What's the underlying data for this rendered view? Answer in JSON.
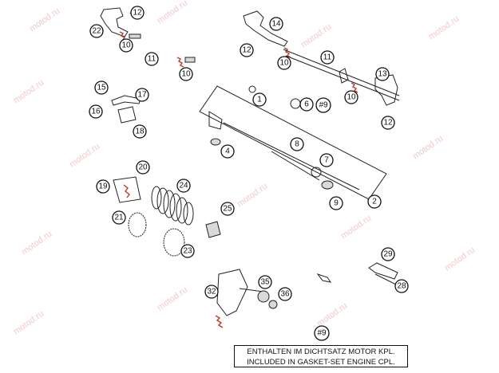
{
  "watermark": "motod.ru",
  "note": {
    "line1": "ENTHALTEN IM DICHTSATZ MOTOR KPL.",
    "line2": "INCLUDED IN GASKET-SET ENGINE CPL."
  },
  "callouts": {
    "c12a": "12",
    "c22": "22",
    "c10a": "10",
    "c11a": "11",
    "c10b": "10",
    "c14": "14",
    "c12b": "12",
    "c10c": "10",
    "c11b": "11",
    "c13": "13",
    "c10d": "10",
    "c12c": "12",
    "c1": "1",
    "c6": "6",
    "c9a": "#9",
    "c15": "15",
    "c17": "17",
    "c16": "16",
    "c18": "18",
    "c4": "4",
    "c8": "8",
    "c7": "7",
    "c2": "2",
    "c9": "9",
    "c20": "20",
    "c19": "19",
    "c24": "24",
    "c21": "21",
    "c25": "25",
    "c23": "23",
    "c29": "29",
    "c28": "28",
    "c32": "32",
    "c35": "35",
    "c36": "36",
    "c9b": "#9"
  }
}
